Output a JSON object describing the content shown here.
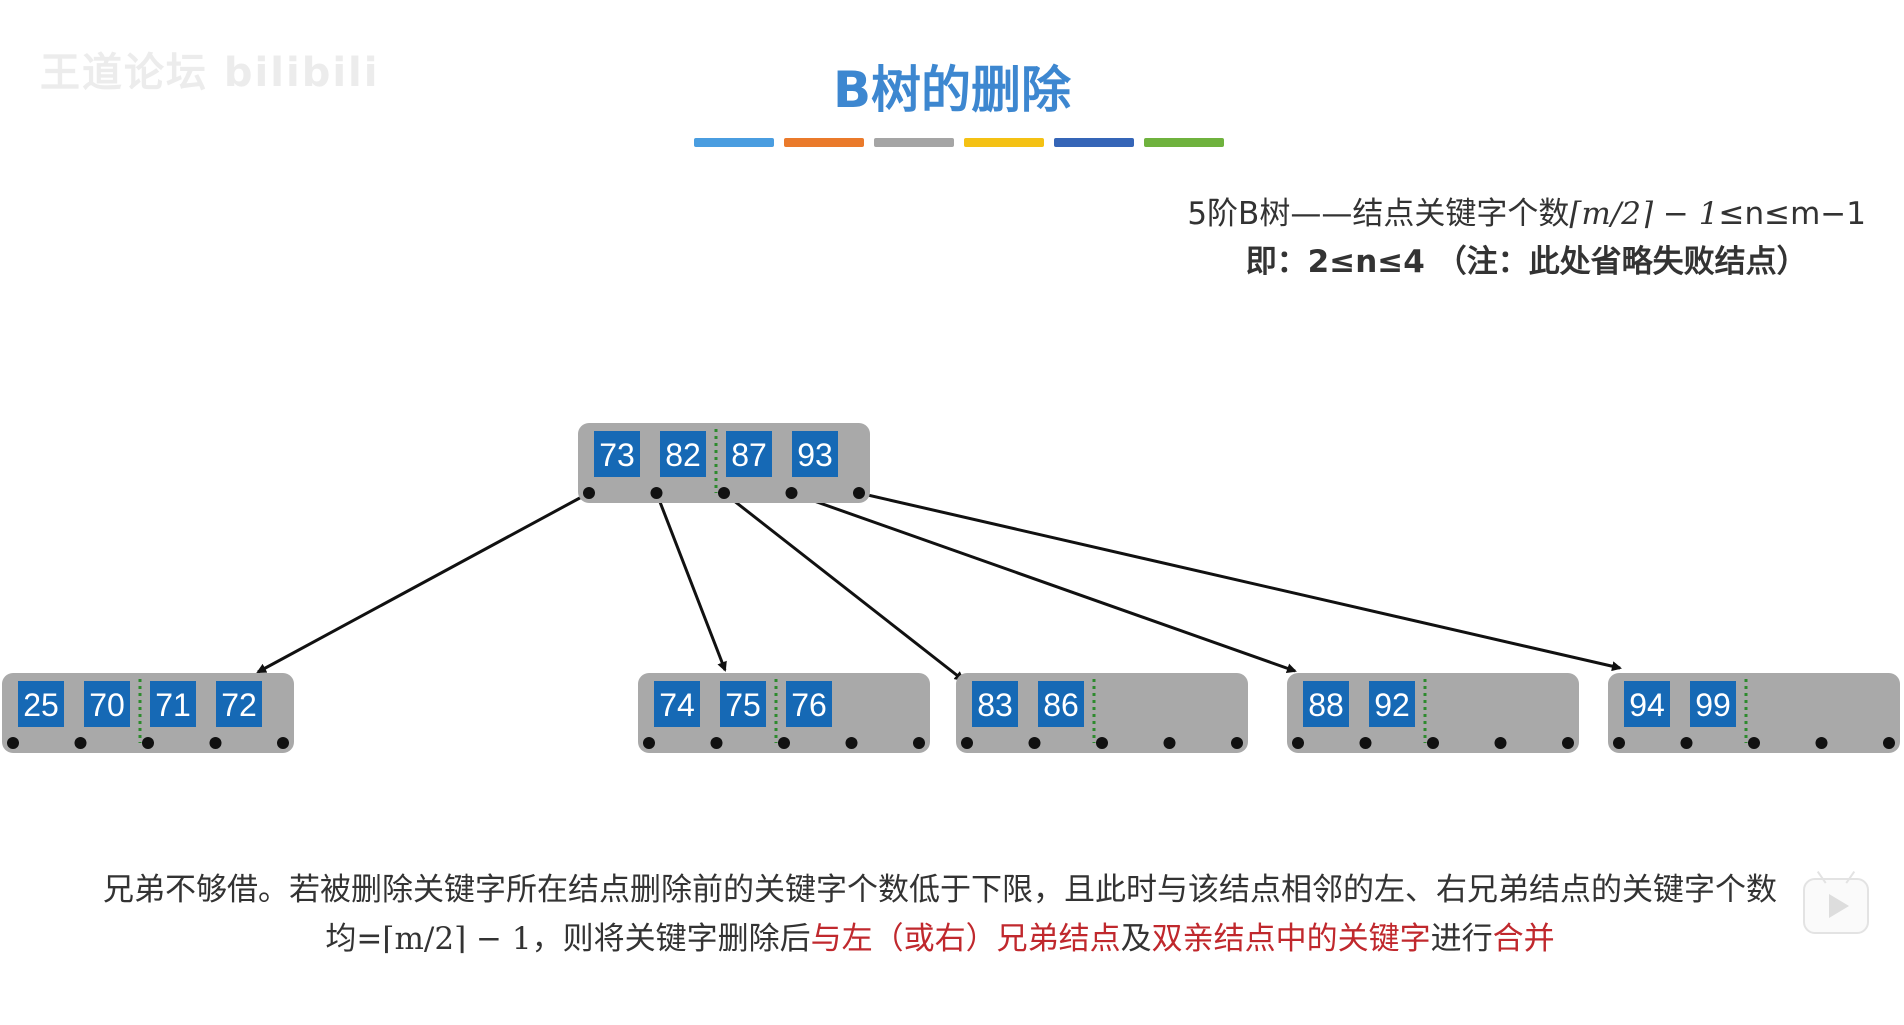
{
  "watermark": "王道论坛 bilibili",
  "title": "B树的删除",
  "color_bar": [
    "#4a9de0",
    "#ea7a2b",
    "#a5a5a5",
    "#f4c114",
    "#3565b7",
    "#6fb23e"
  ],
  "info": {
    "line1_a": "5阶B树——结点关键字个数",
    "line1_math": "⌈m/2⌉ − 1",
    "line1_b": "≤n≤m−1",
    "line2": "即：2≤n≤4 （注：此处省略失败结点）"
  },
  "tree": {
    "root": [
      "73",
      "82",
      "87",
      "93"
    ],
    "children": [
      [
        "25",
        "70",
        "71",
        "72"
      ],
      [
        "74",
        "75",
        "76"
      ],
      [
        "83",
        "86"
      ],
      [
        "88",
        "92"
      ],
      [
        "94",
        "99"
      ]
    ]
  },
  "caption": {
    "p1": "兄弟不够借。若被删除关键字所在结点删除前的关键字个数低于下限，且此时与该结点相邻的左、右兄弟结点的关键字个数均=",
    "math": "⌈m/2⌉ − 1",
    "p2": "，则将关键字删除后",
    "r1": "与左（或右）兄弟结点",
    "p3": "及",
    "r2": "双亲结点中的关键字",
    "p4": "进行",
    "r3": "合并"
  },
  "colors": {
    "key_fill": "#1669b5",
    "node_fill": "#a9a9a9",
    "dotted_separator": "#2d8a2d",
    "highlight_text": "#c0282d",
    "title": "#3d87d0"
  },
  "icons": [
    "bilibili-play-icon"
  ]
}
